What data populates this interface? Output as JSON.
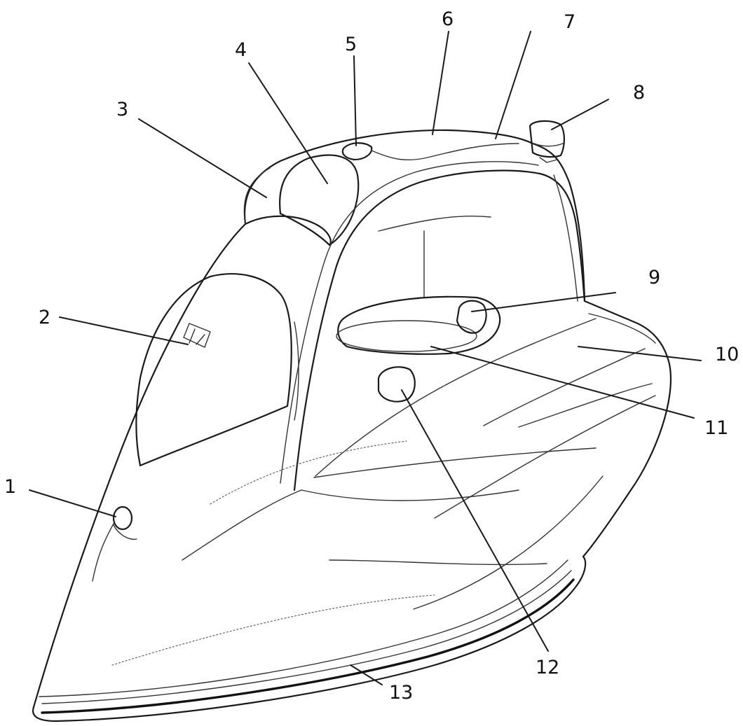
{
  "figure": {
    "parts": [
      {
        "id": "part-1",
        "label": "1"
      },
      {
        "id": "part-2",
        "label": "2"
      },
      {
        "id": "part-3",
        "label": "3"
      },
      {
        "id": "part-4",
        "label": "4"
      },
      {
        "id": "part-5",
        "label": "5"
      },
      {
        "id": "part-6",
        "label": "6"
      },
      {
        "id": "part-7",
        "label": "7"
      },
      {
        "id": "part-8",
        "label": "8"
      },
      {
        "id": "part-9",
        "label": "9"
      },
      {
        "id": "part-10",
        "label": "10"
      },
      {
        "id": "part-11",
        "label": "11"
      },
      {
        "id": "part-12",
        "label": "12"
      },
      {
        "id": "part-13",
        "label": "13"
      }
    ]
  }
}
